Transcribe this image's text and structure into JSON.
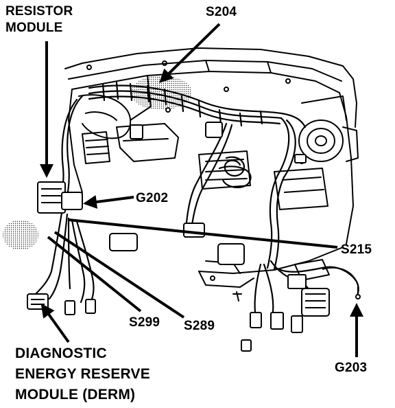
{
  "colors": {
    "ink": "#000000",
    "paper": "#ffffff",
    "shade": "#bdbdbd"
  },
  "labels": {
    "resistor_module_line1": "RESISTOR",
    "resistor_module_line2": "MODULE",
    "s204": "S204",
    "g202": "G202",
    "s215": "S215",
    "s299": "S299",
    "s289": "S289",
    "g203": "G203",
    "derm_line1": "DIAGNOSTIC",
    "derm_line2": "ENERGY RESERVE",
    "derm_line3": "MODULE (DERM)"
  }
}
